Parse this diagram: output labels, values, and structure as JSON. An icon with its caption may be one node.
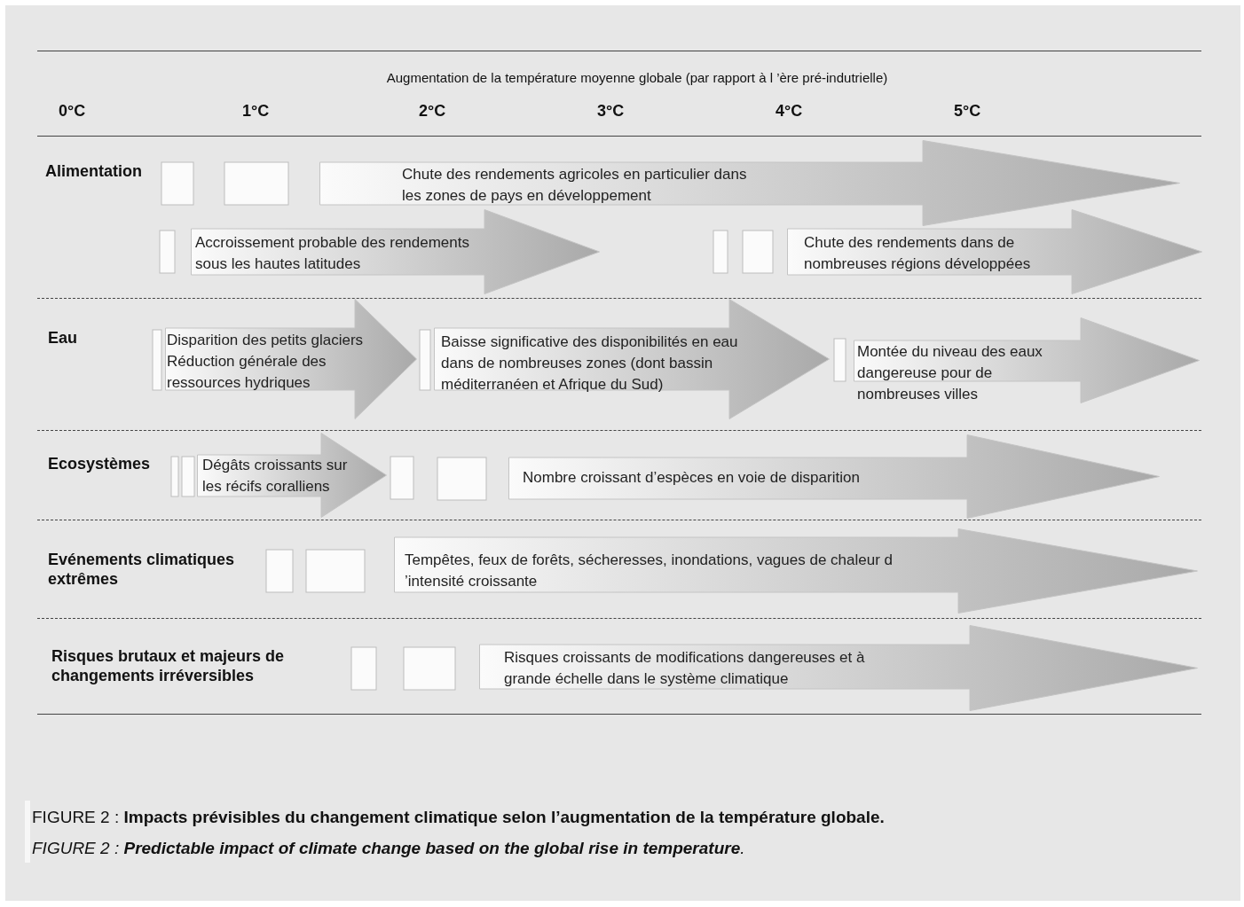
{
  "diagram": {
    "caption": "FIGURE 2 : **Impacts prévisibles du changement climatique selon l’augmentation de la température globale.**",
    "nodes": [
      {
        "text": [
          "Chute des rendements agricoles en particulier dans les zones de pays en développement"
        ]
      },
      {
        "text": [
          "Accroissement probable des rendements sous les hautes latitudes"
        ]
      },
      {
        "text": [
          "Chute des rendements dans de nombreuses régions développées"
        ]
      },
      {
        "text": [
          "Disparition des petits glaciers",
          "Réduction générale des ressources hydriques"
        ]
      },
      {
        "text": [
          "Baisse significative des disponibilités en eau dans de nombreuses zones (dont bassin méditerranéen et Afrique du Sud)"
        ]
      },
      {
        "text": [
          "Montée du niveau des eaux dangereuse pour de nombreuses villes"
        ]
      },
      {
        "text": [
          "Dégâts croissants sur les récifs coralliens"
        ]
      },
      {
        "text": [
          "Nombre croissant d’espèces en voie de disparition"
        ]
      },
      {
        "text": [
          "Tempêtes, feux de forêts, sécheresses, inondations, vagues de chaleur d ’intensité croissante"
        ]
      },
      {
        "text": [
          "Risques croissants de modifications dangereuses et à grande échelle dans le système climatique"
        ]
      },
      {
        "text": [],
        "shape": "box"
      },
      {
        "text": [],
        "shape": "box"
      },
      {
        "text": [],
        "shape": "box"
      },
      {
        "text": [],
        "shape": "box"
      },
      {
        "text": [],
        "shape": "box"
      },
      {
        "text": [],
        "shape": "box"
      },
      {
        "text": [],
        "shape": "box"
      },
      {
        "text": [],
        "shape": "box"
      },
      {
        "text": [],
        "shape": "box"
      },
      {
        "text": [],
        "shape": "box"
      },
      {
        "text": [],
        "shape": "box"
      },
      {
        "text": [],
        "shape": "box"
      },
      {
        "text": [],
        "shape": "box"
      },
      {
        "text": [],
        "shape": "box"
      },
      {
        "text": [],
        "shape": "box"
      },
      {
        "text": [],
        "shape": "box"
      }
    ],
    "labels": [
      "Augmentation de la température moyenne globale (par rapport à l ’ère pré-indutrielle)",
      "0°C",
      "1°C",
      "2°C",
      "3°C",
      "4°C",
      "5°C",
      "Alimentation",
      "Eau",
      "Ecosystèmes",
      "Evénements climatiques extrêmes",
      "Risques brutaux et majeurs de changements irréversibles",
      "FIGURE 2 : **Predictable impact of climate change based on the global rise in temperature**."
    ]
  }
}
